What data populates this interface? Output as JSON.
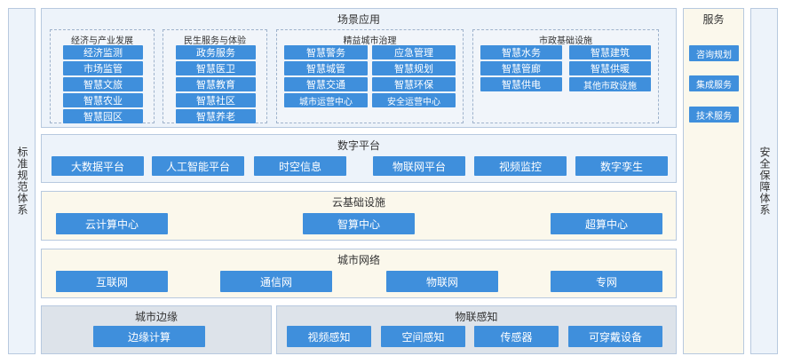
{
  "left_side": {
    "label": "标准规范体系"
  },
  "right_side": {
    "label": "安全保障体系"
  },
  "scenarios": {
    "title": "场景应用",
    "groups": [
      {
        "title": "经济与产业发展",
        "items": [
          "经济监测",
          "市场监管",
          "智慧文旅",
          "智慧农业",
          "智慧园区"
        ]
      },
      {
        "title": "民生服务与体验",
        "items": [
          "政务服务",
          "智慧医卫",
          "智慧教育",
          "智慧社区",
          "智慧养老"
        ]
      },
      {
        "title": "精益城市治理",
        "items": [
          "智慧警务",
          "应急管理",
          "智慧城管",
          "智慧规划",
          "智慧交通",
          "智慧环保",
          "城市运营中心",
          "安全运营中心"
        ]
      },
      {
        "title": "市政基础设施",
        "items": [
          "智慧水务",
          "智慧建筑",
          "智慧管廊",
          "智慧供暖",
          "智慧供电",
          "其他市政设施"
        ]
      }
    ]
  },
  "services": {
    "title": "服务",
    "items": [
      "咨询规划",
      "集成服务",
      "技术服务"
    ]
  },
  "digital_platform": {
    "title": "数字平台",
    "items": [
      "大数据平台",
      "人工智能平台",
      "时空信息",
      "物联网平台",
      "视频监控",
      "数字孪生"
    ]
  },
  "cloud_infra": {
    "title": "云基础设施",
    "items": [
      "云计算中心",
      "智算中心",
      "超算中心"
    ]
  },
  "city_network": {
    "title": "城市网络",
    "items": [
      "互联网",
      "通信网",
      "物联网",
      "专网"
    ]
  },
  "city_edge": {
    "title": "城市边缘",
    "items": [
      "边缘计算"
    ]
  },
  "iot_sensing": {
    "title": "物联感知",
    "items": [
      "视频感知",
      "空间感知",
      "传感器",
      "可穿戴设备"
    ]
  }
}
